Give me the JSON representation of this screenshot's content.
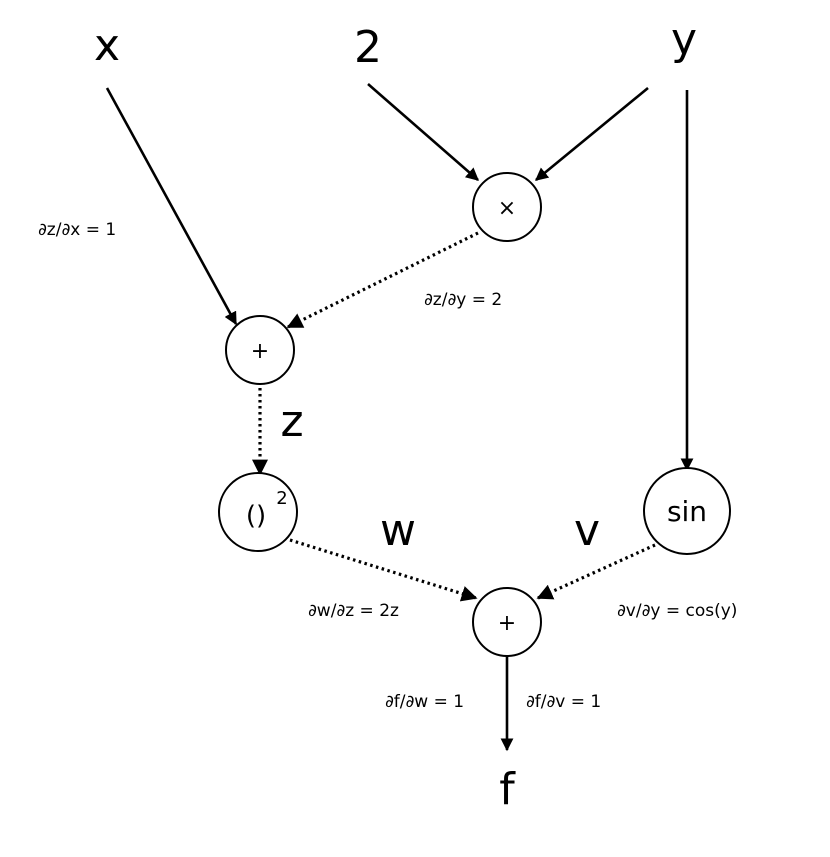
{
  "inputs": {
    "x": "x",
    "two": "2",
    "y": "y"
  },
  "nodes": {
    "multiply": "×",
    "add_top": "+",
    "square_base": "()",
    "square_exp": "2",
    "sin": "sin",
    "add_bottom": "+"
  },
  "variables": {
    "z": "z",
    "w": "w",
    "v": "v",
    "f": "f"
  },
  "derivatives": {
    "dz_dx": "∂z/∂x = 1",
    "dz_dy": "∂z/∂y = 2",
    "dw_dz": "∂w/∂z = 2z",
    "dv_dy": "∂v/∂y = cos(y)",
    "df_dw": "∂f/∂w = 1",
    "df_dv": "∂f/∂v = 1"
  }
}
